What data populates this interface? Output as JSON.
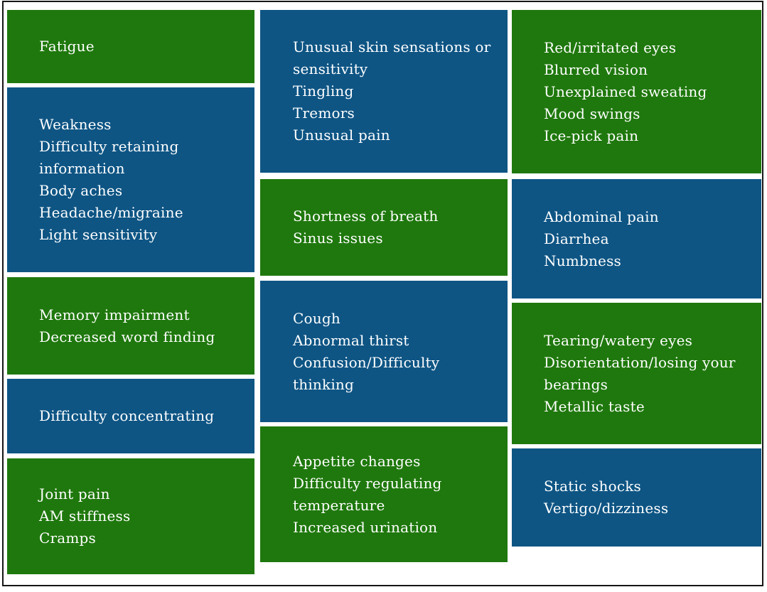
{
  "colors": {
    "green": "#1F780D",
    "blue": "#0E5584",
    "text": "#FFFFFF",
    "border": "#161616",
    "background": "#FFFFFF"
  },
  "columns": [
    {
      "boxes": [
        {
          "color": "green",
          "items": [
            "Fatigue"
          ]
        },
        {
          "color": "blue",
          "items": [
            "Weakness",
            "Difficulty retaining information",
            "Body aches",
            "Headache/migraine",
            "Light sensitivity"
          ]
        },
        {
          "color": "green",
          "items": [
            "Memory impairment",
            "Decreased word finding"
          ]
        },
        {
          "color": "blue",
          "items": [
            "Difficulty concentrating"
          ]
        },
        {
          "color": "green",
          "items": [
            "Joint pain",
            "AM stiffness",
            "Cramps"
          ]
        }
      ]
    },
    {
      "boxes": [
        {
          "color": "blue",
          "items": [
            "Unusual skin sensations or sensitivity",
            "Tingling",
            "Tremors",
            "Unusual pain"
          ]
        },
        {
          "color": "green",
          "items": [
            "Shortness of breath",
            "Sinus issues"
          ]
        },
        {
          "color": "blue",
          "items": [
            "Cough",
            "Abnormal thirst",
            "Confusion/Difficulty thinking"
          ]
        },
        {
          "color": "green",
          "items": [
            "Appetite changes",
            "Difficulty regulating temperature",
            "Increased urination"
          ]
        }
      ]
    },
    {
      "boxes": [
        {
          "color": "green",
          "items": [
            "Red/irritated eyes",
            "Blurred vision",
            "Unexplained sweating",
            "Mood swings",
            "Ice-pick pain"
          ]
        },
        {
          "color": "blue",
          "items": [
            "Abdominal pain",
            "Diarrhea",
            "Numbness"
          ]
        },
        {
          "color": "green",
          "items": [
            "Tearing/watery eyes",
            "Disorientation/losing your bearings",
            "Metallic taste"
          ]
        },
        {
          "color": "blue",
          "items": [
            "Static shocks",
            "Vertigo/dizziness"
          ]
        }
      ]
    }
  ]
}
